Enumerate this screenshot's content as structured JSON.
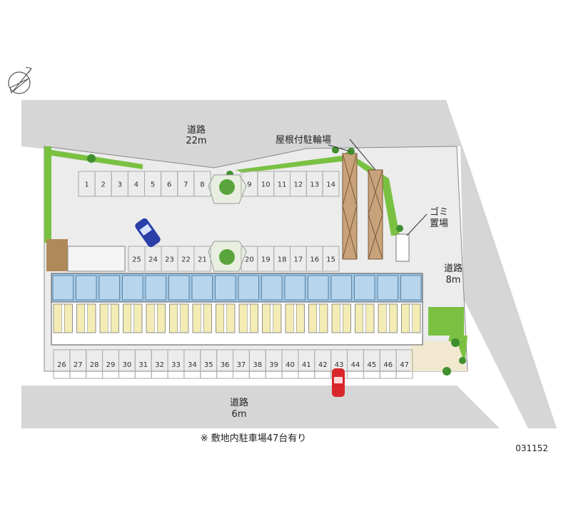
{
  "roads": {
    "north": {
      "name": "道路",
      "width": "22m"
    },
    "east": {
      "name": "道路",
      "width": "8m"
    },
    "south": {
      "name": "道路",
      "width": "6m"
    }
  },
  "facilities": {
    "bicycle_parking": "屋根付駐輪場",
    "garbage_area": [
      "ゴミ",
      "置場"
    ]
  },
  "parking": {
    "upper_row": [
      "1",
      "2",
      "3",
      "4",
      "5",
      "6",
      "7",
      "8",
      "9",
      "10",
      "11",
      "12",
      "13",
      "14"
    ],
    "middle_row": [
      "25",
      "24",
      "23",
      "22",
      "21",
      "20",
      "19",
      "18",
      "17",
      "16",
      "15"
    ],
    "lower_row": [
      "26",
      "27",
      "28",
      "29",
      "30",
      "31",
      "32",
      "33",
      "34",
      "35",
      "36",
      "37",
      "38",
      "39",
      "40",
      "41",
      "42",
      "43",
      "44",
      "45",
      "46",
      "47"
    ]
  },
  "note": "※ 敷地内駐車場47台有り",
  "map_id": "031152",
  "colors": {
    "road": "#d6d6d6",
    "lot": "#e8e8e8",
    "green": "#7ac142",
    "building_blue": "#9fc7e6",
    "unit_yellow": "#f3ecb4",
    "bike_roof": "#c8a27a",
    "plaza": "#f2e8cf",
    "car_blue": "#2a3fa8",
    "car_red": "#d8262b"
  }
}
